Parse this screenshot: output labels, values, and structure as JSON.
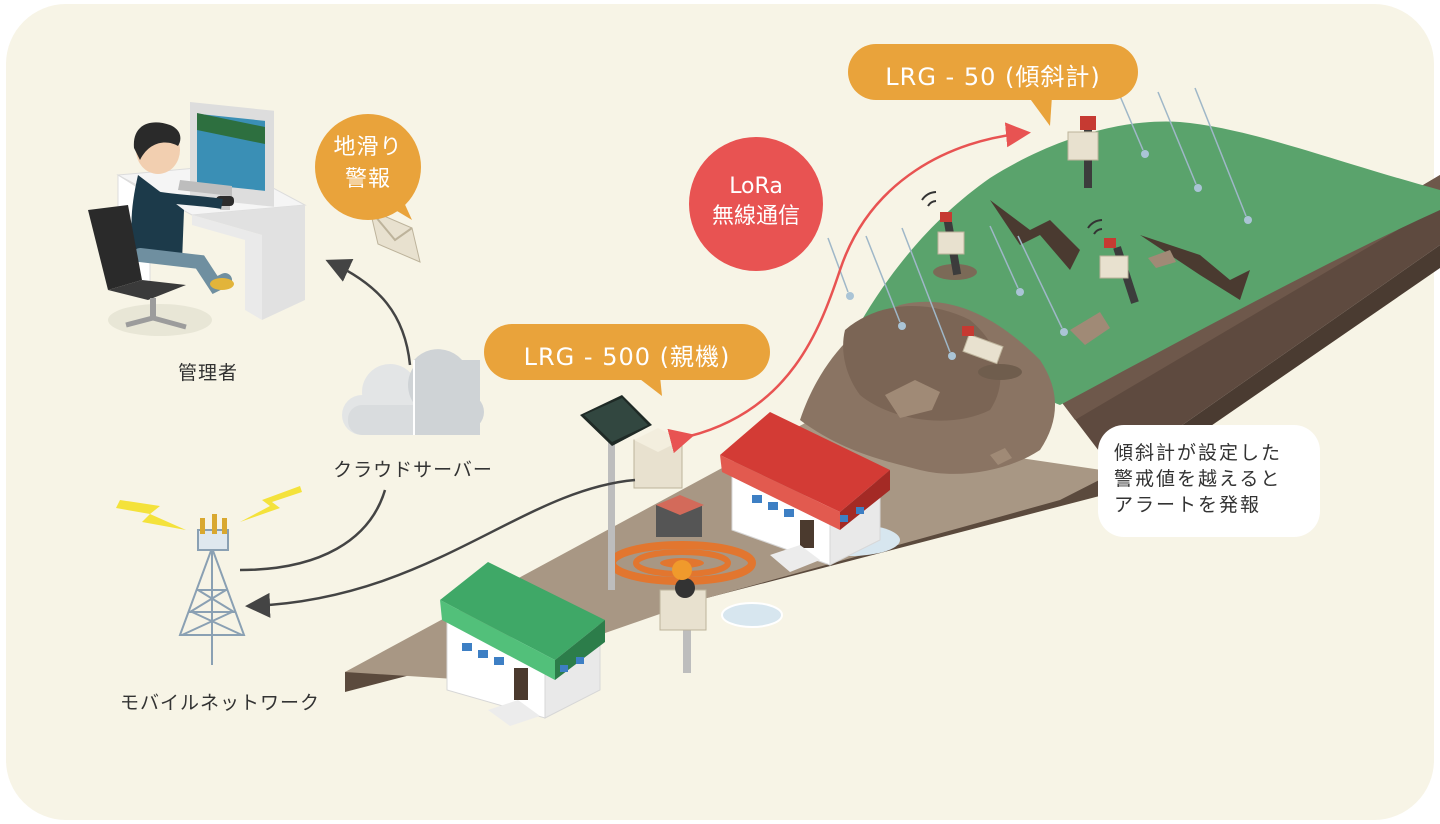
{
  "labels": {
    "admin": "管理者",
    "cloud": "クラウドサーバー",
    "mobile": "モバイルネットワーク"
  },
  "callouts": {
    "landslide_alert": [
      "地滑り",
      "警報"
    ],
    "lora": [
      "LoRa",
      "無線通信"
    ],
    "lrg500": "LRG - 500 (親機)",
    "lrg50": "LRG - 50 (傾斜計)"
  },
  "note": [
    "傾斜計が設定した",
    "警戒値を越えると",
    "アラートを発報"
  ],
  "colors": {
    "panel_bg": "#f7f4e6",
    "accent_orange": "#e9a33b",
    "lora_red": "#e85352",
    "grass_green": "#5aa36c",
    "soil_brown": "#8a7463",
    "roof_red": "#d33b35",
    "roof_green": "#3fa867"
  }
}
